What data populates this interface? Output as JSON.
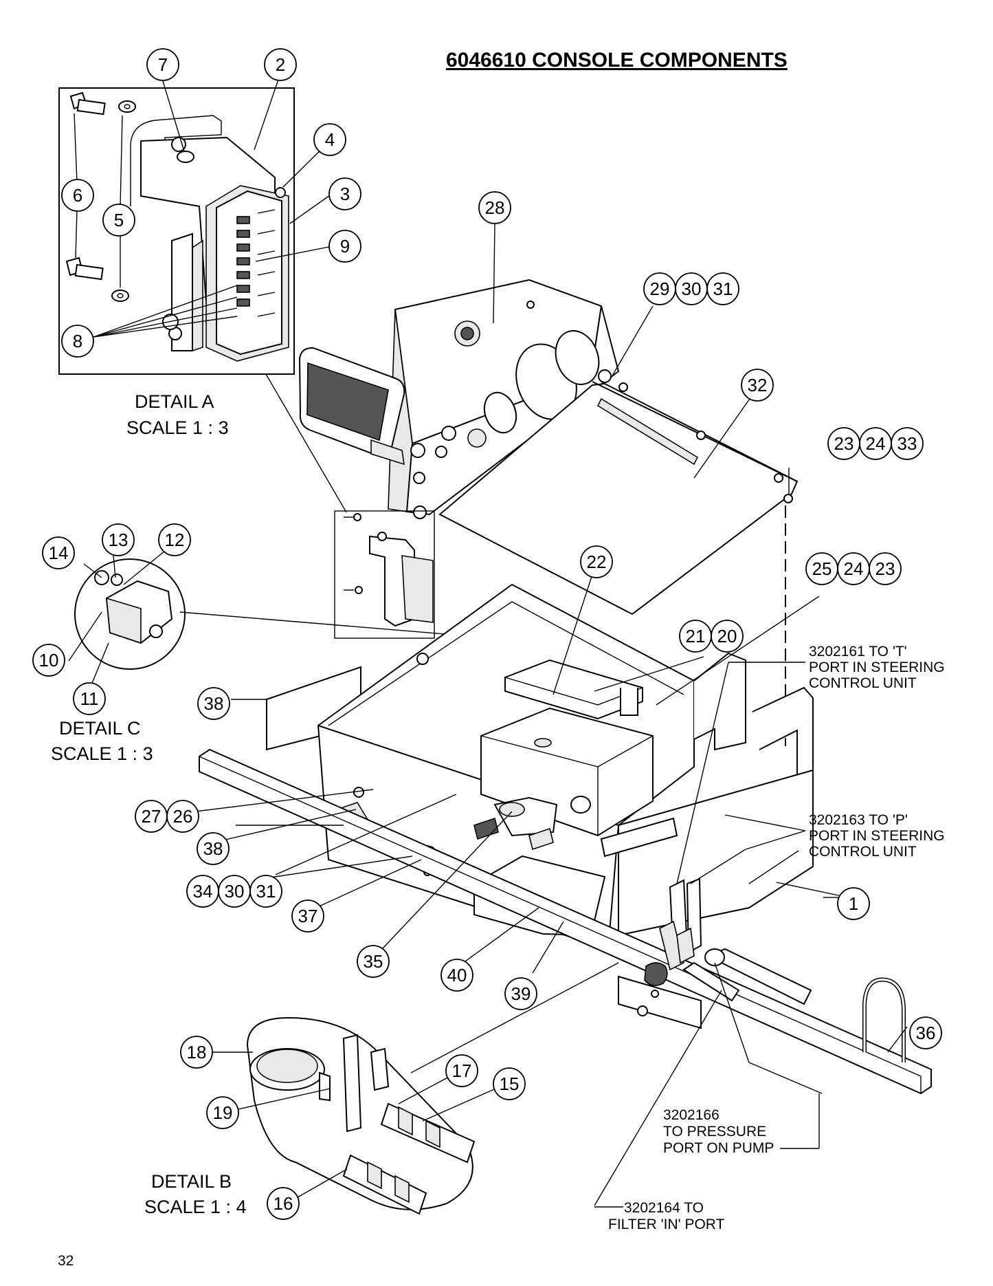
{
  "title": "6046610  CONSOLE COMPONENTS",
  "page_number": "32",
  "details": [
    {
      "name": "DETAIL A",
      "scale": "SCALE 1 : 3"
    },
    {
      "name": "DETAIL C",
      "scale": "SCALE 1 : 3"
    },
    {
      "name": "DETAIL B",
      "scale": "SCALE 1 : 4"
    }
  ],
  "notes": {
    "t_port": [
      "3202161 TO 'T'",
      "PORT IN STEERING",
      "CONTROL UNIT"
    ],
    "p_port": [
      "3202163 TO 'P'",
      "PORT IN STEERING",
      "CONTROL UNIT"
    ],
    "pressure_port": [
      "3202166",
      "TO PRESSURE",
      "PORT ON PUMP"
    ],
    "filter_port": [
      "3202164 TO",
      "FILTER 'IN' PORT"
    ]
  },
  "callouts": {
    "c1": "1",
    "c2": "2",
    "c3": "3",
    "c4": "4",
    "c5": "5",
    "c6": "6",
    "c7": "7",
    "c8": "8",
    "c9": "9",
    "c10": "10",
    "c11": "11",
    "c12": "12",
    "c13": "13",
    "c14": "14",
    "c15": "15",
    "c16": "16",
    "c17": "17",
    "c18": "18",
    "c19": "19",
    "c20": "20",
    "c21": "21",
    "c22": "22",
    "c23a": "23",
    "c24a": "24",
    "c33": "33",
    "c25": "25",
    "c24b": "24",
    "c23b": "23",
    "c26": "26",
    "c27": "27",
    "c28": "28",
    "c29": "29",
    "c30a": "30",
    "c31a": "31",
    "c32": "32",
    "c34": "34",
    "c30b": "30",
    "c31b": "31",
    "c35": "35",
    "c36": "36",
    "c37": "37",
    "c38a": "38",
    "c38b": "38",
    "c39": "39",
    "c40": "40"
  }
}
